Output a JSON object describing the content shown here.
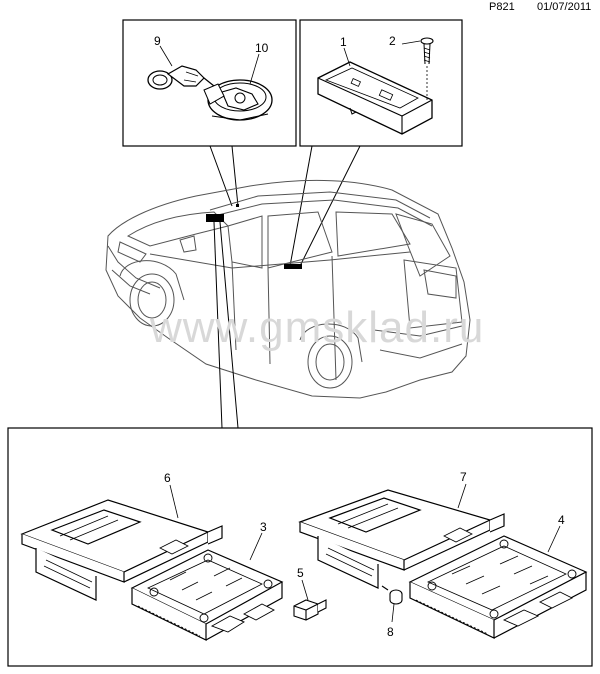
{
  "header": {
    "page_code": "P821",
    "date": "01/07/2011"
  },
  "watermark": "www.gmsklad.ru",
  "callouts": {
    "c1": "1",
    "c2": "2",
    "c3": "3",
    "c4": "4",
    "c5": "5",
    "c6": "6",
    "c7": "7",
    "c8": "8",
    "c9": "9",
    "c10": "10"
  },
  "colors": {
    "line": "#000000",
    "watermark": "#d8d8d8",
    "car_outline": "#555555"
  }
}
